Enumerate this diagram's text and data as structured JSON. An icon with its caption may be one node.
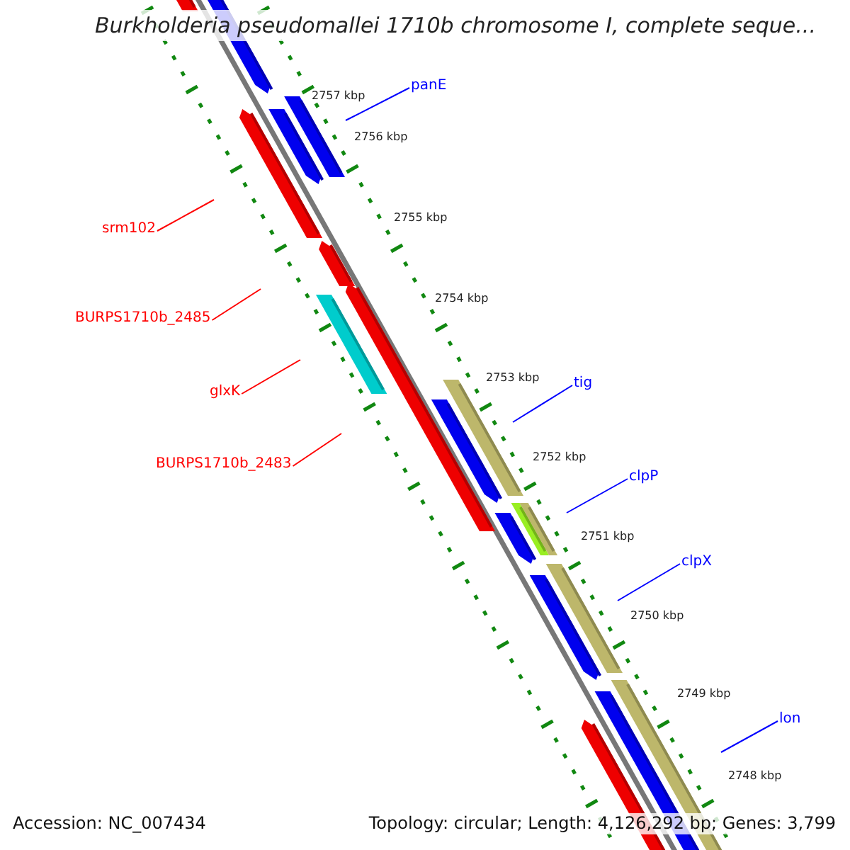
{
  "diagram": {
    "title": "Burkholderia pseudomallei 1710b chromosome I, complete seque...",
    "nodes": [
      {
        "text": [
          "panE"
        ]
      },
      {
        "text": [
          "srm102"
        ]
      },
      {
        "text": [
          "BURPS1710b_2485"
        ]
      },
      {
        "text": [
          "glxK"
        ]
      },
      {
        "text": [
          "tig"
        ]
      },
      {
        "text": [
          "BURPS1710b_2483"
        ]
      },
      {
        "text": [
          "clpP"
        ]
      },
      {
        "text": [
          "clpX"
        ]
      },
      {
        "text": [
          "lon"
        ]
      }
    ],
    "edges": [
      {
        "from": 0,
        "to": null,
        "arrow": "none"
      },
      {
        "from": 1,
        "to": null,
        "arrow": "none",
        "color": "#ff0000"
      },
      {
        "from": 2,
        "to": null,
        "arrow": "none",
        "color": "#ff0000"
      },
      {
        "from": 3,
        "to": null,
        "arrow": "none",
        "color": "#ff0000"
      },
      {
        "from": 4,
        "to": null,
        "arrow": "none"
      },
      {
        "from": 5,
        "to": null,
        "arrow": "none",
        "color": "#ff0000"
      },
      {
        "from": 6,
        "to": null,
        "arrow": "none"
      },
      {
        "from": 7,
        "to": null,
        "arrow": "none"
      },
      {
        "from": 8,
        "to": null,
        "arrow": "none"
      }
    ],
    "labels": [
      "2757 kbp",
      "2756 kbp",
      "2755 kbp",
      "2754 kbp",
      "2753 kbp",
      "2752 kbp",
      "2751 kbp",
      "2750 kbp",
      "2749 kbp",
      "2748 kbp",
      "Accession: NC_007434",
      "Topology: circular; Length: 4,126,292 bp; Genes: 3,799"
    ]
  }
}
